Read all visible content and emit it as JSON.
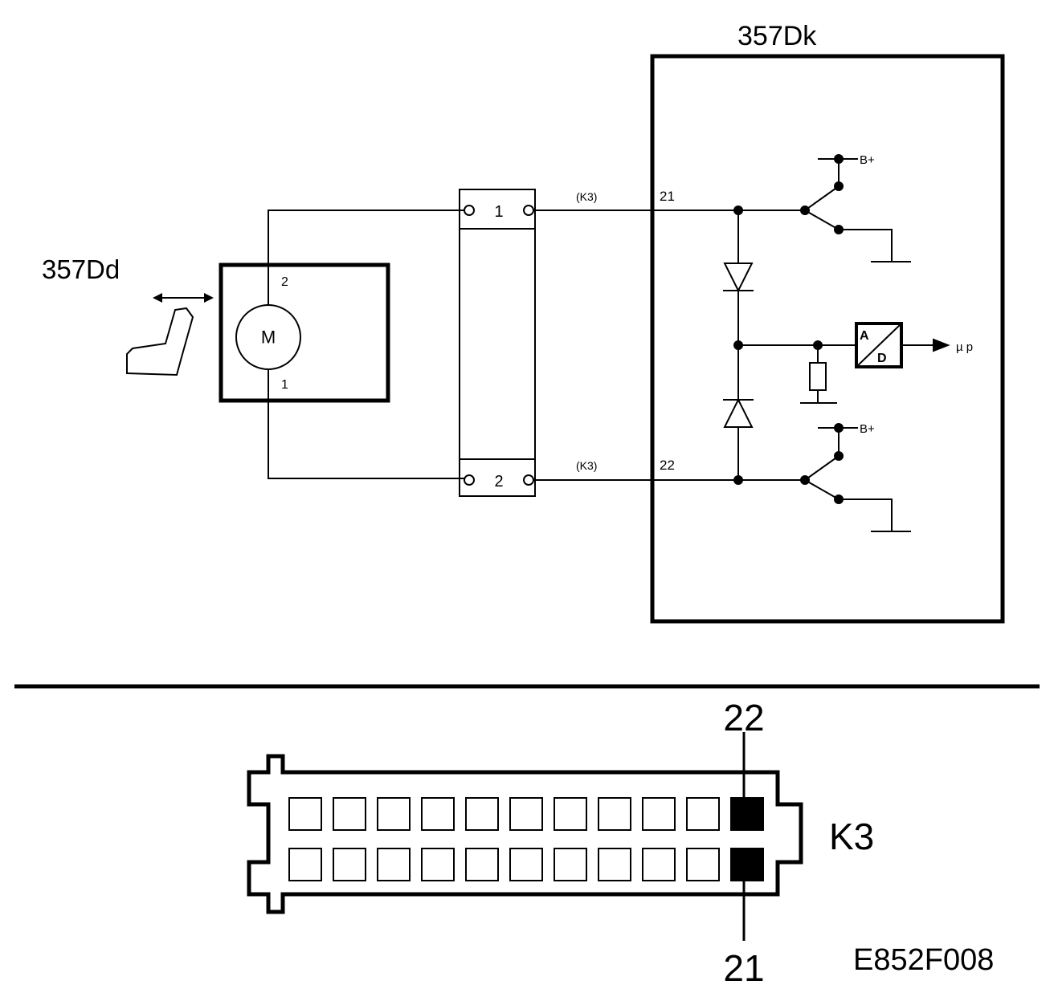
{
  "schematic": {
    "control_unit_label": "357Dk",
    "motor_unit_label": "357Dd",
    "motor_symbol": "M",
    "motor_pin_top": "2",
    "motor_pin_bottom": "1",
    "inline_pin_top": "1",
    "inline_pin_bottom": "2",
    "wire_top_connector": "(K3)",
    "wire_bottom_connector": "(K3)",
    "ecu_pin_top": "21",
    "ecu_pin_bottom": "22",
    "supply_top": "B+",
    "supply_bottom": "B+",
    "adc_a": "A",
    "adc_d": "D",
    "adc_output": "µ p"
  },
  "connector": {
    "name": "K3",
    "highlight_top": "22",
    "highlight_bottom": "21",
    "cells_per_row": 11
  },
  "figure_code": "E852F008",
  "colors": {
    "ink": "#000000",
    "paper": "#ffffff"
  },
  "icons": {
    "seat": "seat-adjust-icon",
    "arrow": "double-arrow-icon"
  }
}
